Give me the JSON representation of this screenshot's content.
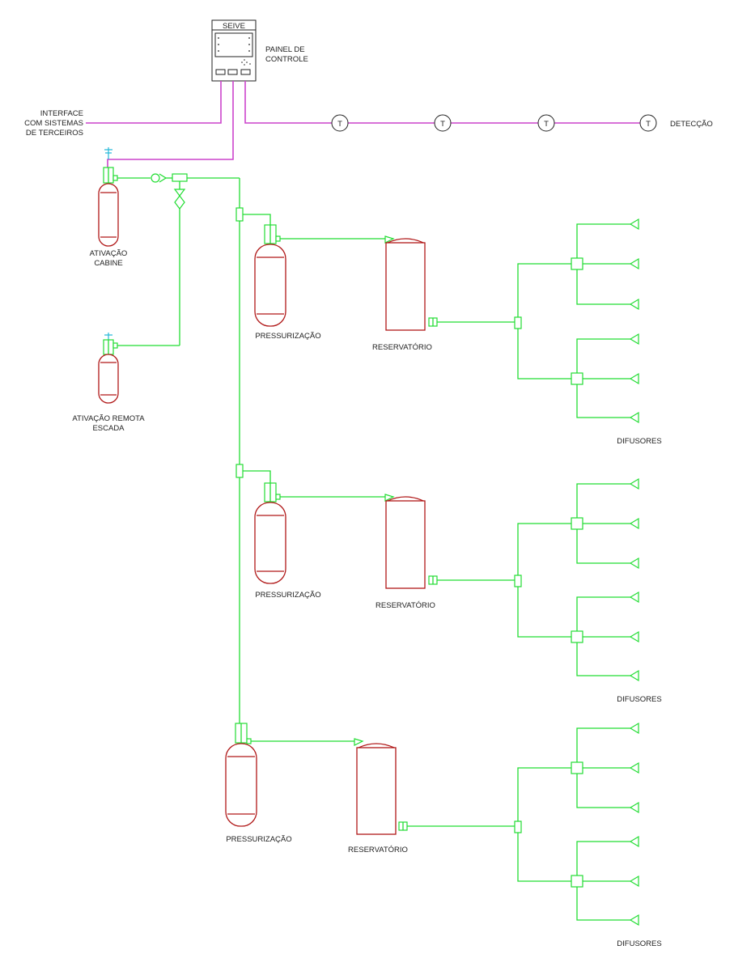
{
  "panel": {
    "brand": "SEIVE",
    "label_line1": "PAINEL DE",
    "label_line2": "CONTROLE"
  },
  "interface": {
    "line1": "INTERFACE",
    "line2": "COM SISTEMAS",
    "line3": "DE TERCEIROS"
  },
  "detection": {
    "label": "DETECÇÃO",
    "detector_symbol": "T",
    "detector_count": 4
  },
  "activation_cabin": {
    "line1": "ATIVAÇÃO",
    "line2": "CABINE"
  },
  "activation_remote": {
    "line1": "ATIVAÇÃO  REMOTA",
    "line2": "ESCADA"
  },
  "modules": [
    {
      "pressurization": "PRESSURIZAÇÃO",
      "reservoir": "RESERVATÓRIO",
      "diffusers": "DIFUSORES"
    },
    {
      "pressurization": "PRESSURIZAÇÃO",
      "reservoir": "RESERVATÓRIO",
      "diffusers": "DIFUSORES"
    },
    {
      "pressurization": "PRESSURIZAÇÃO",
      "reservoir": "RESERVATÓRIO",
      "diffusers": "DIFUSORES"
    }
  ],
  "colors": {
    "pipe": "#22dd33",
    "electrical": "#cc44cc",
    "cylinder": "#b01818",
    "valve_head": "#22b8d8",
    "text": "#222222"
  }
}
